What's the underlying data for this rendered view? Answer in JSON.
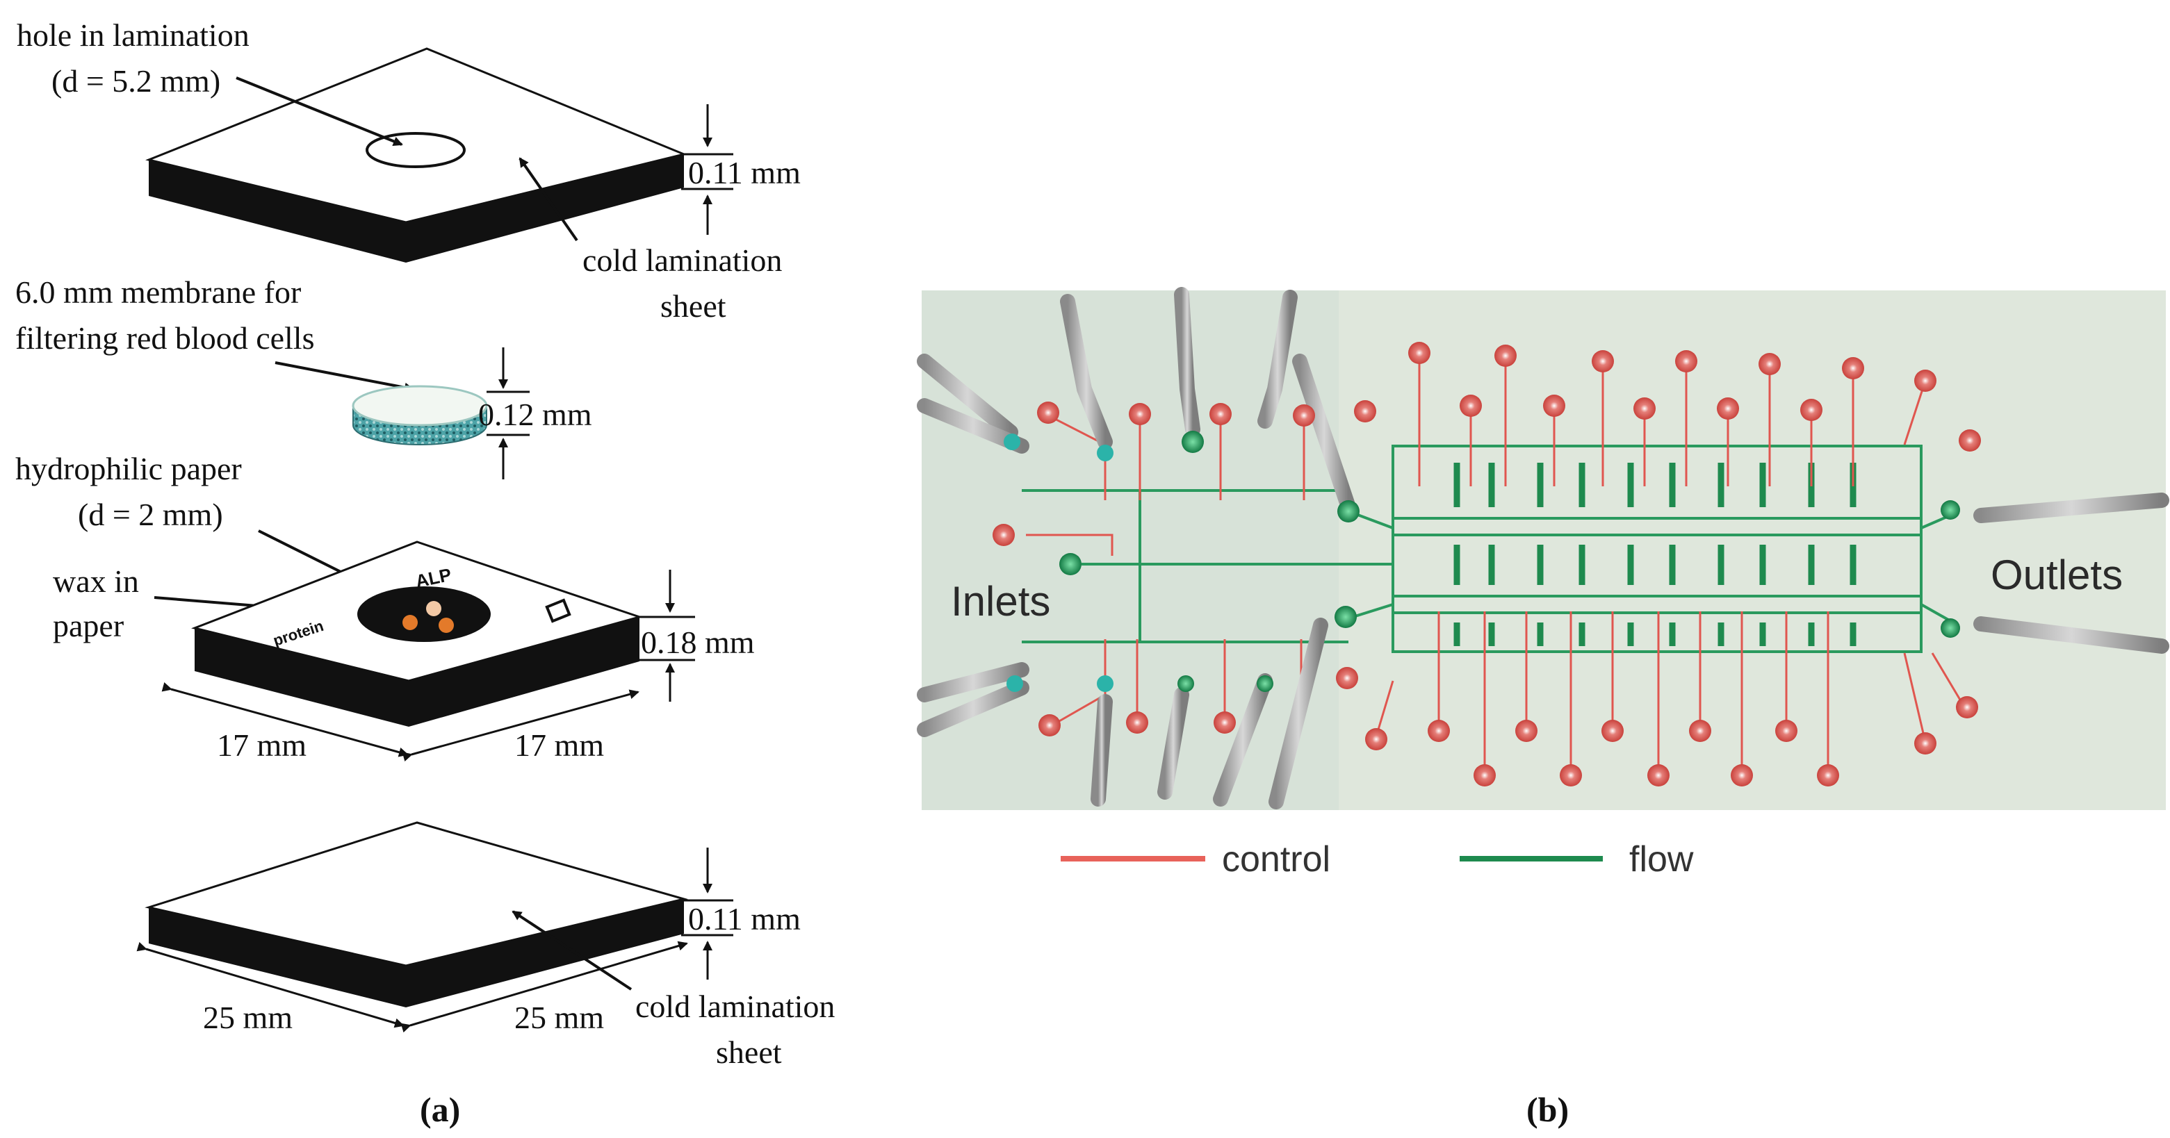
{
  "panel_a": {
    "caption": "(a)",
    "top_layer": {
      "label_line1": "hole in lamination",
      "label_line2": "(d = 5.2 mm)",
      "thickness": "0.11 mm",
      "side_label_line1": "cold lamination",
      "side_label_line2": "sheet"
    },
    "membrane": {
      "label_line1": "6.0 mm membrane for",
      "label_line2": "filtering red blood cells",
      "thickness": "0.12 mm"
    },
    "paper_layer": {
      "label_line1": "hydrophilic paper",
      "label_line2": "(d = 2 mm)",
      "wax_line1": "wax in",
      "wax_line2": "paper",
      "thickness": "0.18 mm",
      "width_left": "17 mm",
      "width_right": "17 mm",
      "printed_text_1": "ALP",
      "printed_text_2": "protein"
    },
    "bottom_layer": {
      "thickness": "0.11 mm",
      "width_left": "25 mm",
      "width_right": "25 mm",
      "side_label_line1": "cold lamination",
      "side_label_line2": "sheet"
    }
  },
  "panel_b": {
    "caption": "(b)",
    "inlets_label": "Inlets",
    "outlets_label": "Outlets",
    "legend": [
      {
        "label": "control",
        "color": "#e8625a"
      },
      {
        "label": "flow",
        "color": "#1e8a4e"
      }
    ]
  },
  "colors": {
    "control_line": "#e0564f",
    "flow_line": "#2a9a5e",
    "chip_background": "#dfe7dc",
    "layer_side": "#111111"
  }
}
